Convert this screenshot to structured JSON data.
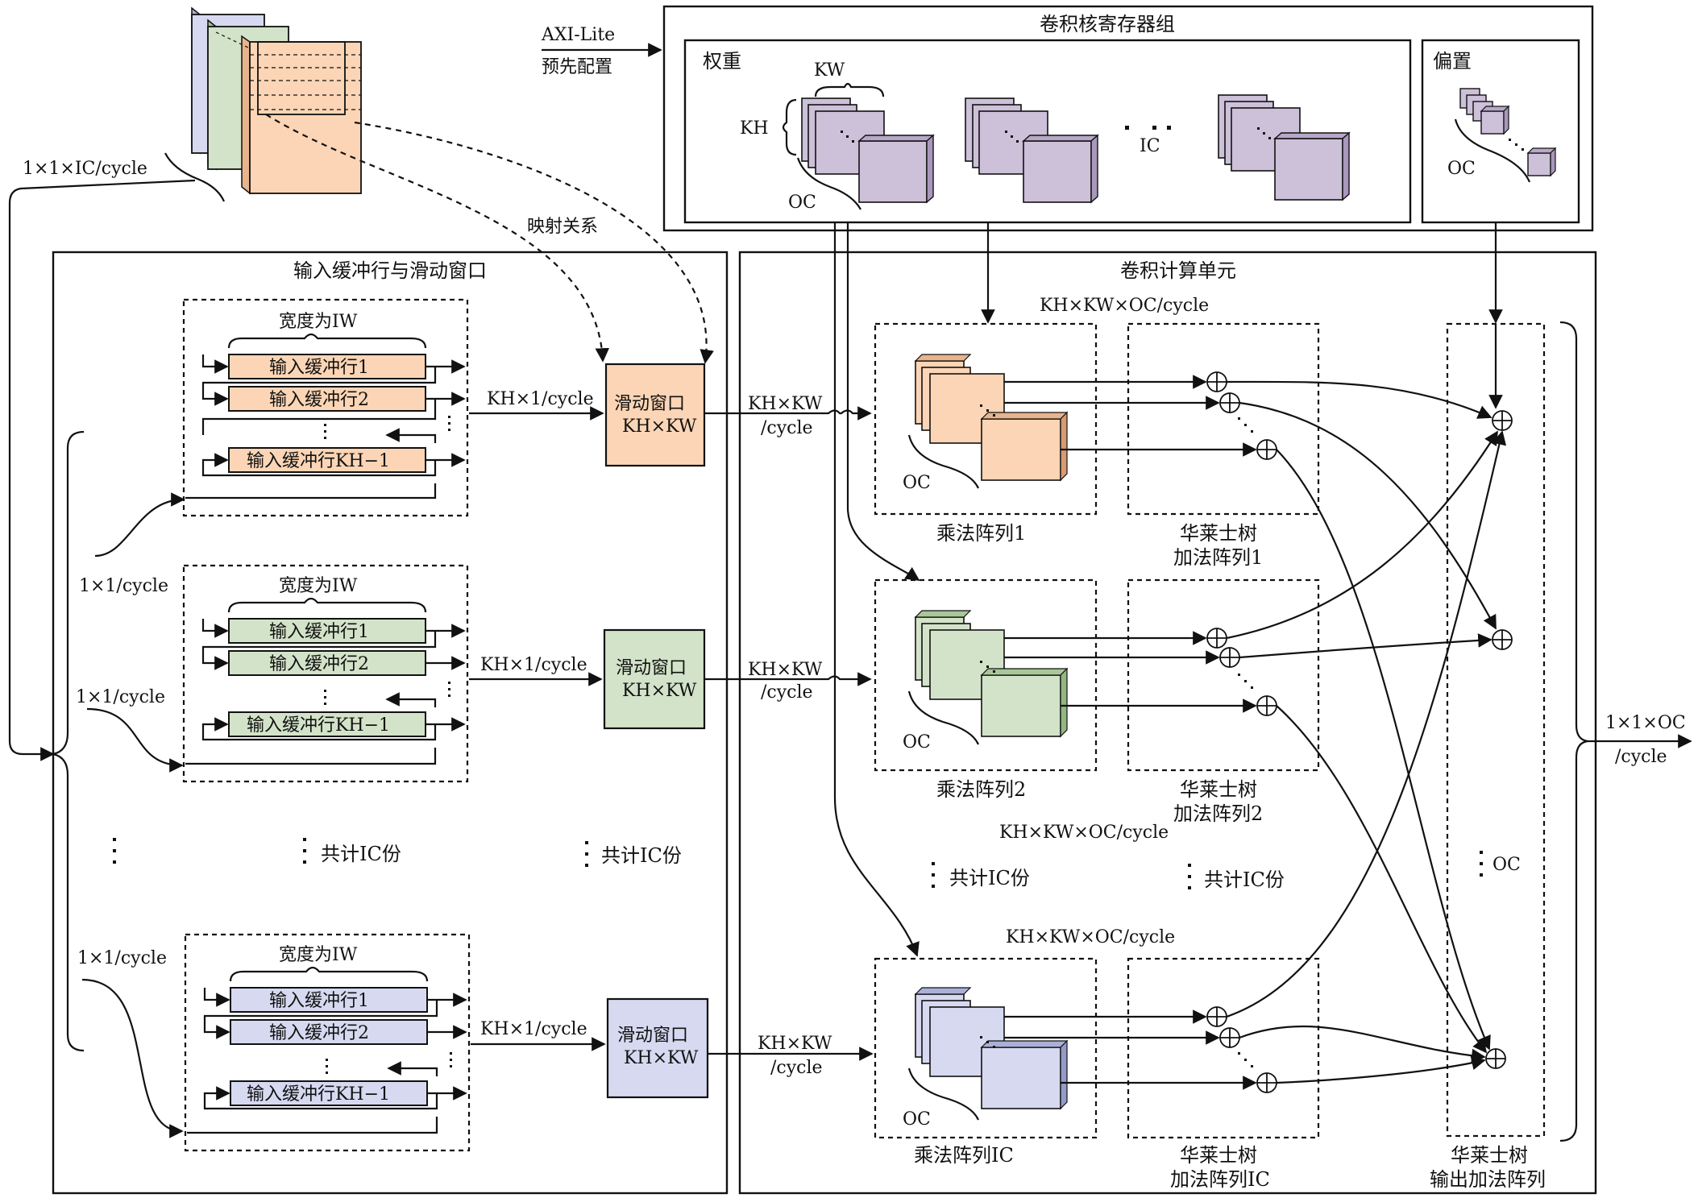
{
  "colors": {
    "orange": "#fbd5b5",
    "green": "#d3e3c9",
    "blue": "#d6d9f0",
    "purple": "#cdc0d9",
    "line": "#111111"
  },
  "top": {
    "axi_label": "AXI-Lite",
    "preconfig_label": "预先配置",
    "mapping_label": "映射关系",
    "input_rate": "1×1×IC/cycle"
  },
  "kernel_regs": {
    "title": "卷积核寄存器组",
    "weights_label": "权重",
    "bias_label": "偏置",
    "kw_label": "KW",
    "kh_label": "KH",
    "oc_label": "OC",
    "ic_label": "IC",
    "bias_oc_label": "OC"
  },
  "input_section": {
    "title": "输入缓冲行与滑动窗口",
    "groups": [
      {
        "width_label": "宽度为IW",
        "rows": [
          "输入缓冲行1",
          "输入缓冲行2",
          "输入缓冲行KH−1"
        ],
        "out_rate": "KH×1/cycle",
        "window_title": "滑动窗口",
        "window_size": "KH×KW",
        "in_rate": ""
      },
      {
        "width_label": "宽度为IW",
        "rows": [
          "输入缓冲行1",
          "输入缓冲行2",
          "输入缓冲行KH−1"
        ],
        "out_rate": "KH×1/cycle",
        "window_title": "滑动窗口",
        "window_size": "KH×KW",
        "in_rate": "1×1/cycle"
      },
      {
        "width_label": "宽度为IW",
        "rows": [
          "输入缓冲行1",
          "输入缓冲行2",
          "输入缓冲行KH−1"
        ],
        "out_rate": "KH×1/cycle",
        "window_title": "滑动窗口",
        "window_size": "KH×KW",
        "in_rate": "1×1/cycle"
      }
    ],
    "first_in_rate": "1×1/cycle",
    "ic_copies_a": "共计IC份",
    "ic_copies_b": "共计IC份"
  },
  "compute_section": {
    "title": "卷积计算单元",
    "window_rate_a": "KH×KW",
    "window_rate_b": "/cycle",
    "weight_rate": "KH×KW×OC/cycle",
    "mult_arrays": [
      "乘法阵列1",
      "乘法阵列2",
      "乘法阵列IC"
    ],
    "tree_line1": "华莱士树",
    "tree_arrays": [
      "加法阵列1",
      "加法阵列2",
      "加法阵列IC"
    ],
    "oc_label": "OC",
    "ic_copies_mult": "共计IC份",
    "ic_copies_tree": "共计IC份",
    "oc_dots_label": "OC",
    "output_tree_line1": "华莱士树",
    "output_tree_line2": "输出加法阵列",
    "output_rate_a": "1×1×OC",
    "output_rate_b": "/cycle"
  }
}
